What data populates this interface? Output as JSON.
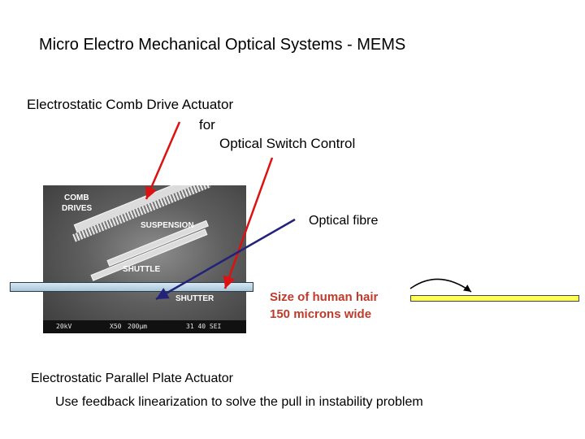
{
  "slide": {
    "title": "Micro Electro Mechanical Optical Systems - MEMS",
    "comb_drive_title": {
      "line1": "Electrostatic Comb Drive Actuator",
      "line2": "for",
      "line3": "Optical Switch Control"
    },
    "optical_fibre_label": "Optical fibre",
    "hair_caption": {
      "line1": "Size of human hair",
      "line2": "150 microns wide"
    },
    "parallel_plate_label": "Electrostatic Parallel Plate Actuator",
    "feedback_note": "Use feedback linearization to solve the pull in instability problem"
  },
  "micrograph": {
    "labels": {
      "comb_drives_1": "COMB",
      "comb_drives_2": "DRIVES",
      "suspension": "SUSPENSION",
      "shuttle": "SHUTTLE",
      "shutter": "SHUTTER"
    },
    "scale_bar": {
      "voltage": "20kV",
      "magnification": "X50",
      "scale": "200µm",
      "session": "31 40 SEI"
    }
  },
  "colors": {
    "arrow_red": "#dd1111",
    "arrow_blue": "#22227a",
    "hair_text": "#c0392b",
    "hair_bar": "#ffff55",
    "fibre_rod": "#c4dbe8"
  }
}
